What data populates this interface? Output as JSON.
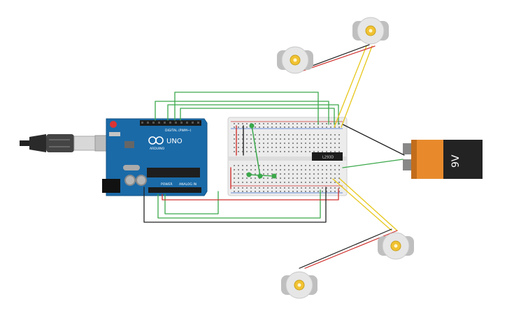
{
  "canvas": {
    "title": "",
    "background": "#ffffff"
  },
  "arduino": {
    "brand": "ARDUINO",
    "model": "UNO",
    "header_digital": "DIGITAL (PWM~)",
    "header_power": "POWER",
    "header_analog": "ANALOG IN",
    "color": "#1a6aa8"
  },
  "driver_chip": {
    "label": "L293D"
  },
  "battery": {
    "label": "9V",
    "color_top": "#e88a2c",
    "color_body": "#222222"
  },
  "motors": [
    {
      "name": "motor-top-left"
    },
    {
      "name": "motor-top-right"
    },
    {
      "name": "motor-bottom-right"
    },
    {
      "name": "motor-bottom-left"
    }
  ],
  "wire_colors": {
    "green": "#3aa84a",
    "red": "#d0322f",
    "black": "#222222",
    "yellow": "#e6c619"
  },
  "icons": [
    "usb-cable-icon",
    "reset-button-icon",
    "power-jack-icon",
    "motor-shaft-icon"
  ]
}
